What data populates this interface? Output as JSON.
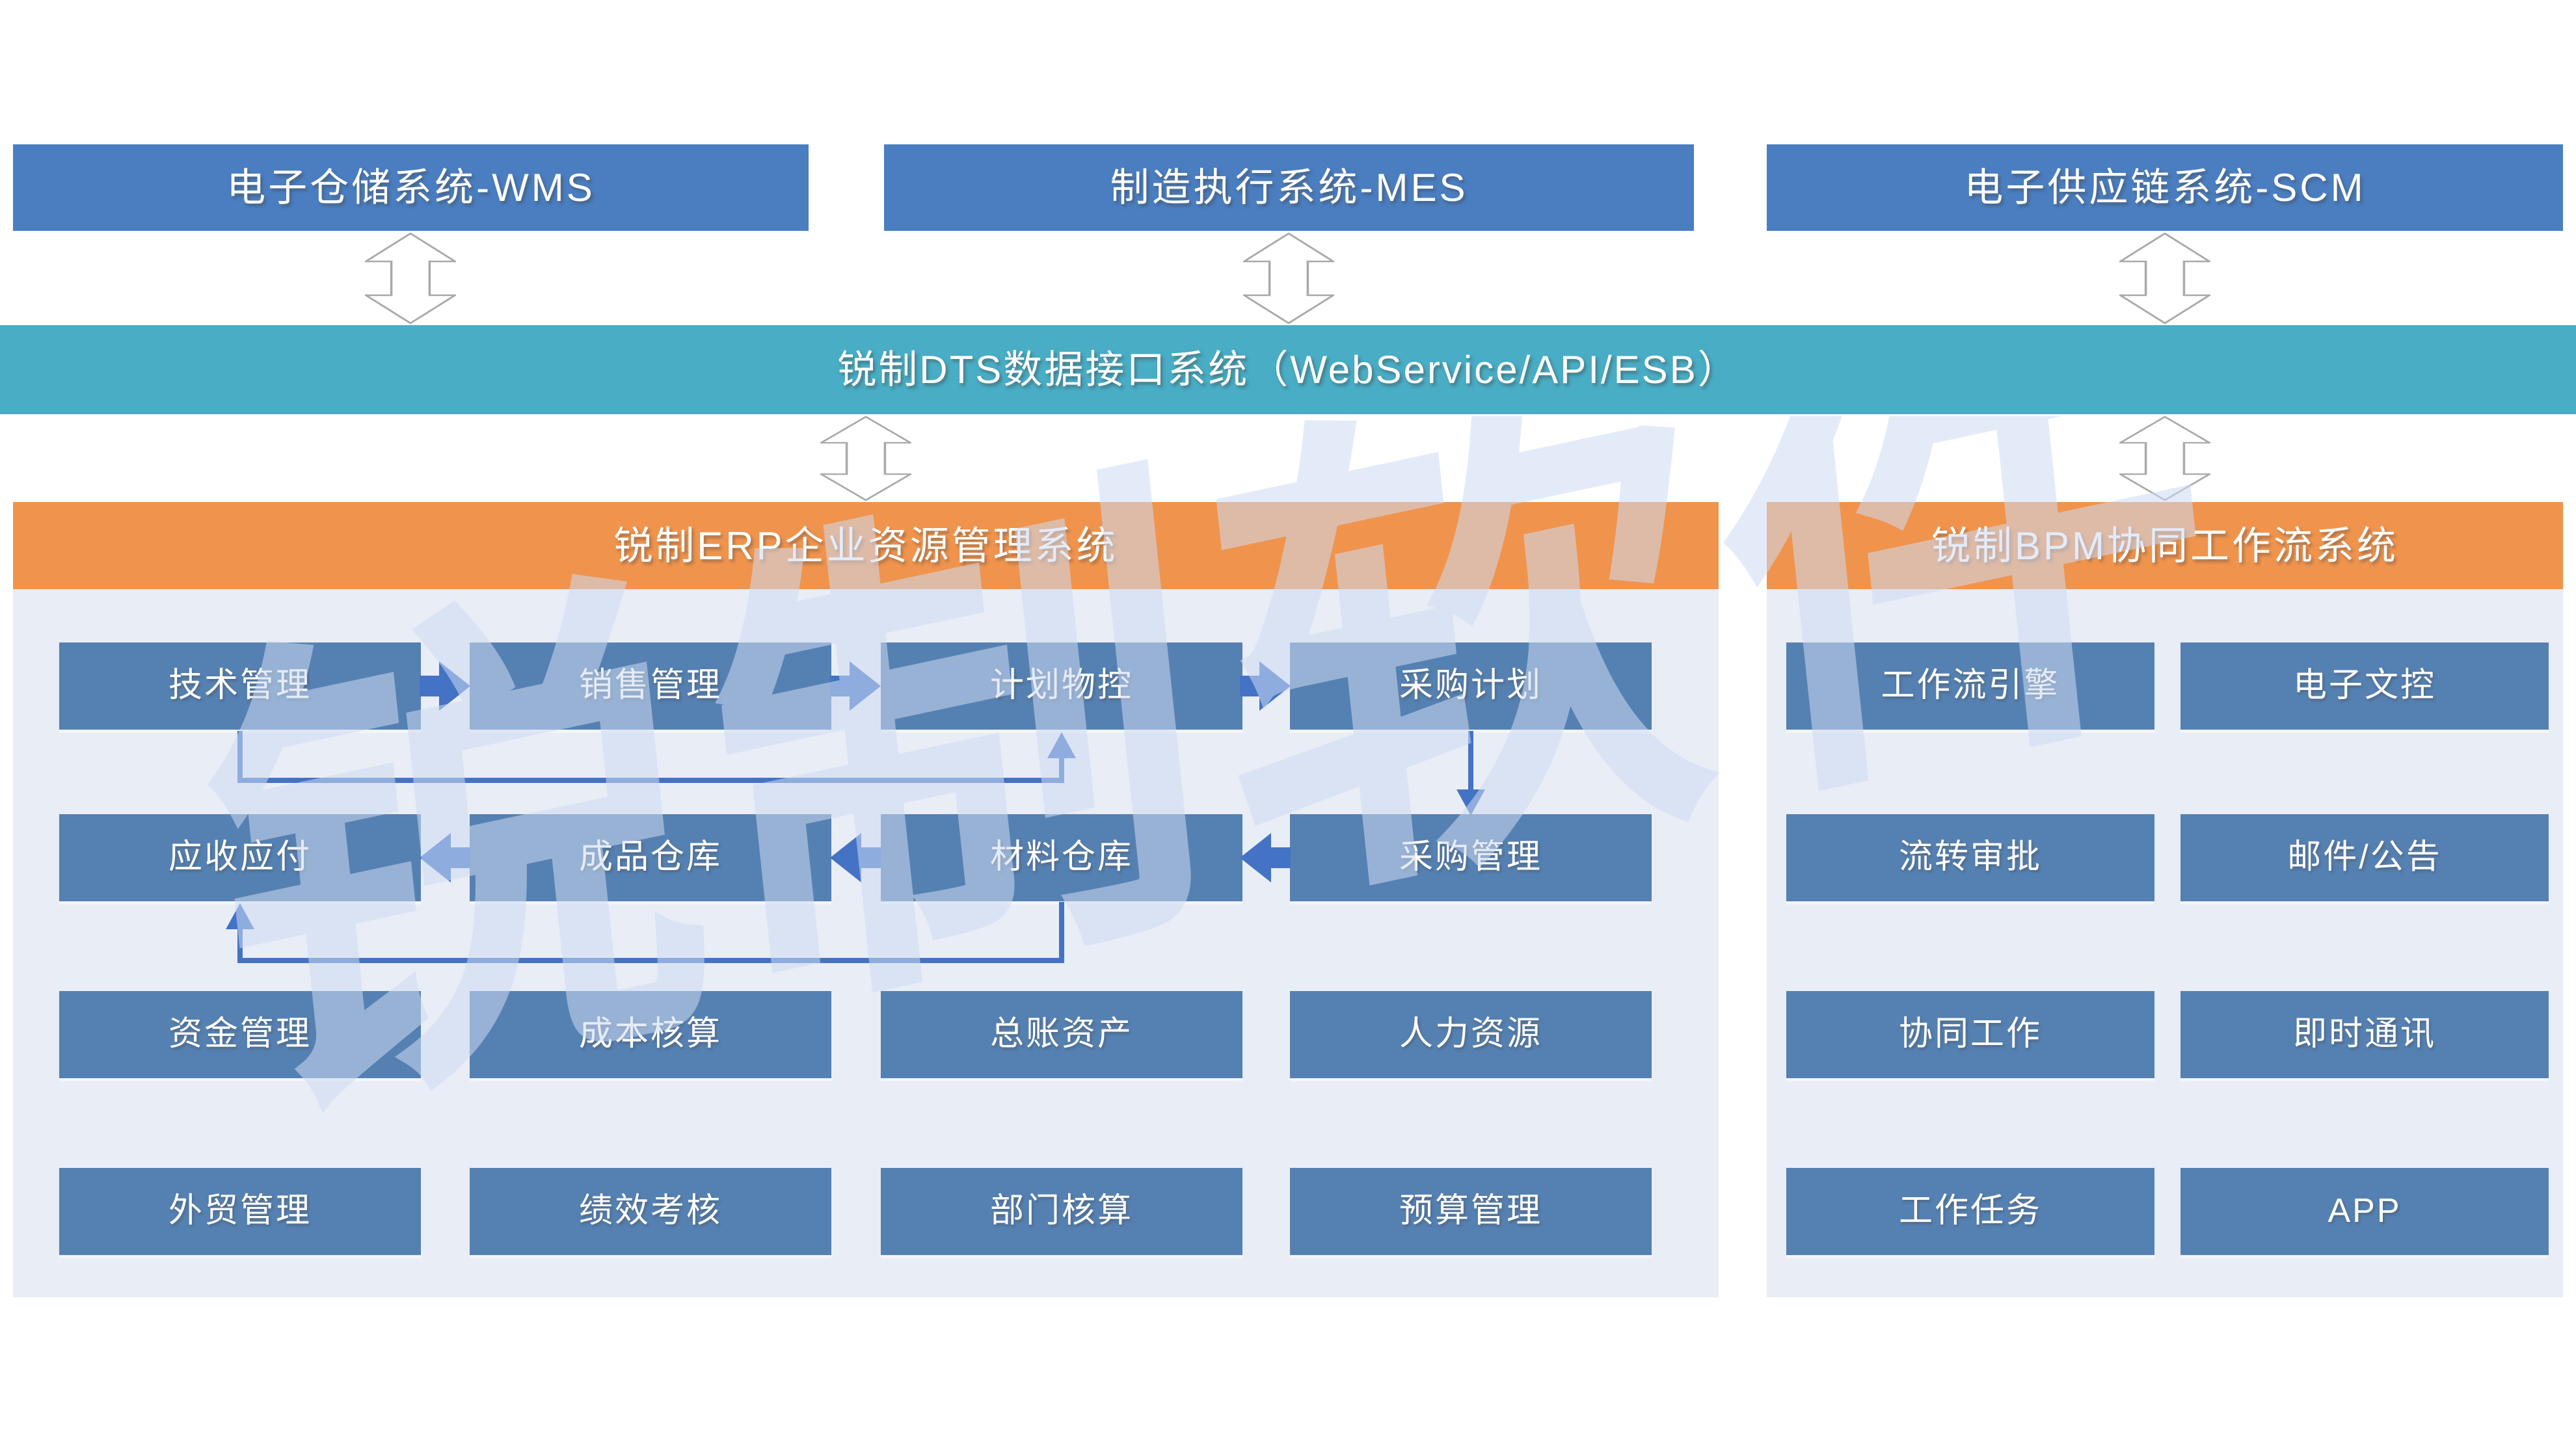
{
  "colors": {
    "top_box": "#4A7EC1",
    "dts_bar": "#48ADC5",
    "panel_header": "#F0944D",
    "module_box": "#5581B2",
    "panel_bg": "#E9EDF5",
    "connector": "#4473C5",
    "hollow_arrow_border": "#A9A9A9",
    "watermark": "rgba(206,218,242,0.55)"
  },
  "top_systems": [
    {
      "label": "电子仓储系统-WMS"
    },
    {
      "label": "制造执行系统-MES"
    },
    {
      "label": "电子供应链系统-SCM"
    }
  ],
  "dts_bar": {
    "label": "锐制DTS数据接口系统（WebService/API/ESB）"
  },
  "erp_panel": {
    "title": "锐制ERP企业资源管理系统",
    "rows": [
      [
        "技术管理",
        "销售管理",
        "计划物控",
        "采购计划"
      ],
      [
        "应收应付",
        "成品仓库",
        "材料仓库",
        "采购管理"
      ],
      [
        "资金管理",
        "成本核算",
        "总账资产",
        "人力资源"
      ],
      [
        "外贸管理",
        "绩效考核",
        "部门核算",
        "预算管理"
      ]
    ]
  },
  "bpm_panel": {
    "title": "锐制BPM协同工作流系统",
    "rows": [
      [
        "工作流引擎",
        "电子文控"
      ],
      [
        "流转审批",
        "邮件/公告"
      ],
      [
        "协同工作",
        "即时通讯"
      ],
      [
        "工作任务",
        "APP"
      ]
    ]
  },
  "watermark": {
    "text": "锐制软件"
  }
}
